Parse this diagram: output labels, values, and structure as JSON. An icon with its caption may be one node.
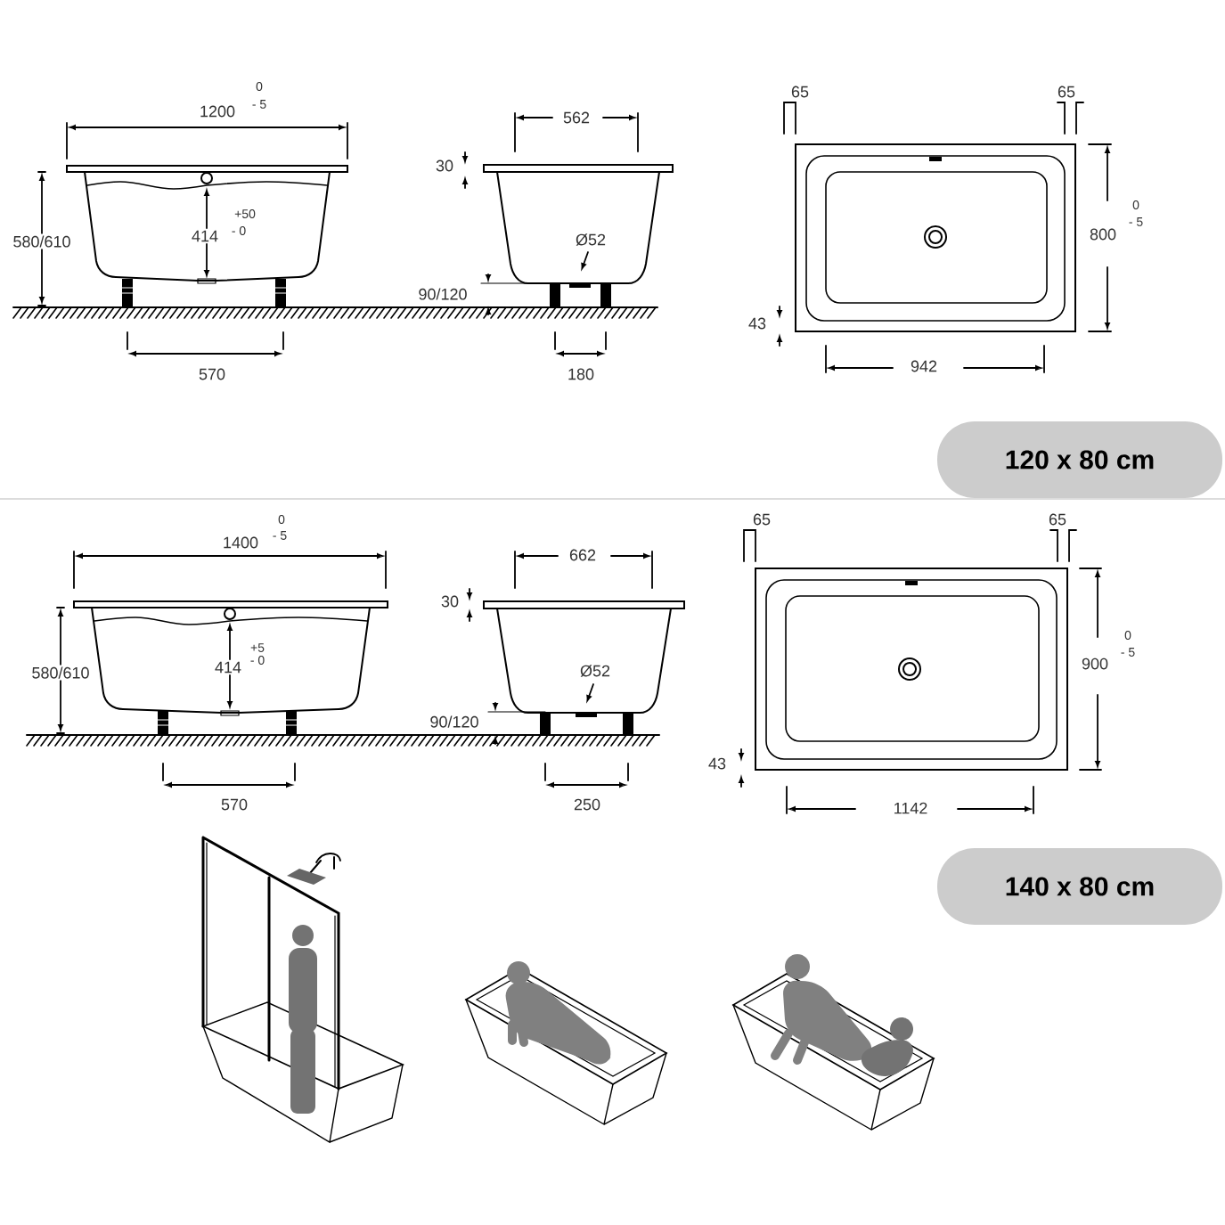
{
  "diagram": {
    "nodes": [
      {
        "text": [
          "120 x 80 cm"
        ]
      },
      {
        "text": [
          "140 x 80 cm"
        ]
      }
    ],
    "edges": [],
    "labels": [
      "0",
      "1200",
      "- 5",
      "580/610",
      "+50",
      "414",
      "- 0",
      "30",
      "562",
      "Ø52",
      "90/120",
      "570",
      "180",
      "65",
      "65",
      "800",
      "0",
      "- 5",
      "43",
      "942",
      "0",
      "1400",
      "- 5",
      "580/610",
      "+5",
      "414",
      "- 0",
      "30",
      "662",
      "Ø52",
      "90/120",
      "570",
      "250",
      "65",
      "65",
      "900",
      "0",
      "- 5",
      "43",
      "1142"
    ]
  }
}
